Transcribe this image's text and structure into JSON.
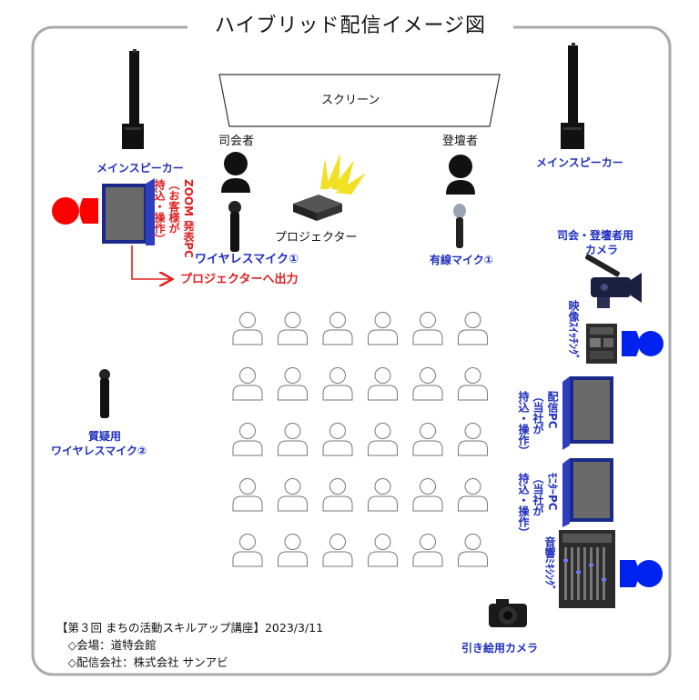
{
  "title": "ハイブリッド配信イメージ図",
  "labels": {
    "screen": "スクリーン",
    "speaker_left": "メインスピーカー",
    "speaker_right": "メインスピーカー",
    "mc": "司会者",
    "speaker_person": "登壇者",
    "projector": "プロジェクター",
    "wireless_mic_1": "ワイヤレスマイク①",
    "wired_mic_1": "有線マイク①",
    "qa_mic_line1": "質疑用",
    "qa_mic_line2": "ワイヤレスマイク②",
    "camera_line1": "司会・登壇者用",
    "camera_line2": "カメラ",
    "zoom_pc_line1": "ZOOM 発表PC",
    "zoom_pc_line2": "（お客様が",
    "zoom_pc_line3": "持込・操作）",
    "output_to_projector": "プロジェクターへ出力",
    "video_switching": "映像ｽｲｯﾁﾝｸﾞ",
    "stream_pc_line1": "配信PC",
    "stream_pc_line2": "（当社が",
    "stream_pc_line3": "持込・操作）",
    "monitor_pc_line1": "ﾓﾆﾀｰPC",
    "monitor_pc_line2": "（当社が",
    "monitor_pc_line3": "持込・操作）",
    "audio_mixing": "音響ﾐｷｼﾝｸﾞ",
    "wide_camera": "引き絵用カメラ"
  },
  "footer": {
    "line1": "【第３回 まちの活動スキルアップ講座】2023/3/11",
    "line2": "　◇会場：道特会館",
    "line3": "　◇配信会社：株式会社 サンアビ"
  },
  "audience": {
    "rows": 5,
    "cols": 6
  },
  "colors": {
    "label_blue": "#1f2fbf",
    "label_red": "#e02020",
    "operator_red": "#ff0000",
    "operator_blue": "#0022ee",
    "frame": "#aaaaaa"
  }
}
